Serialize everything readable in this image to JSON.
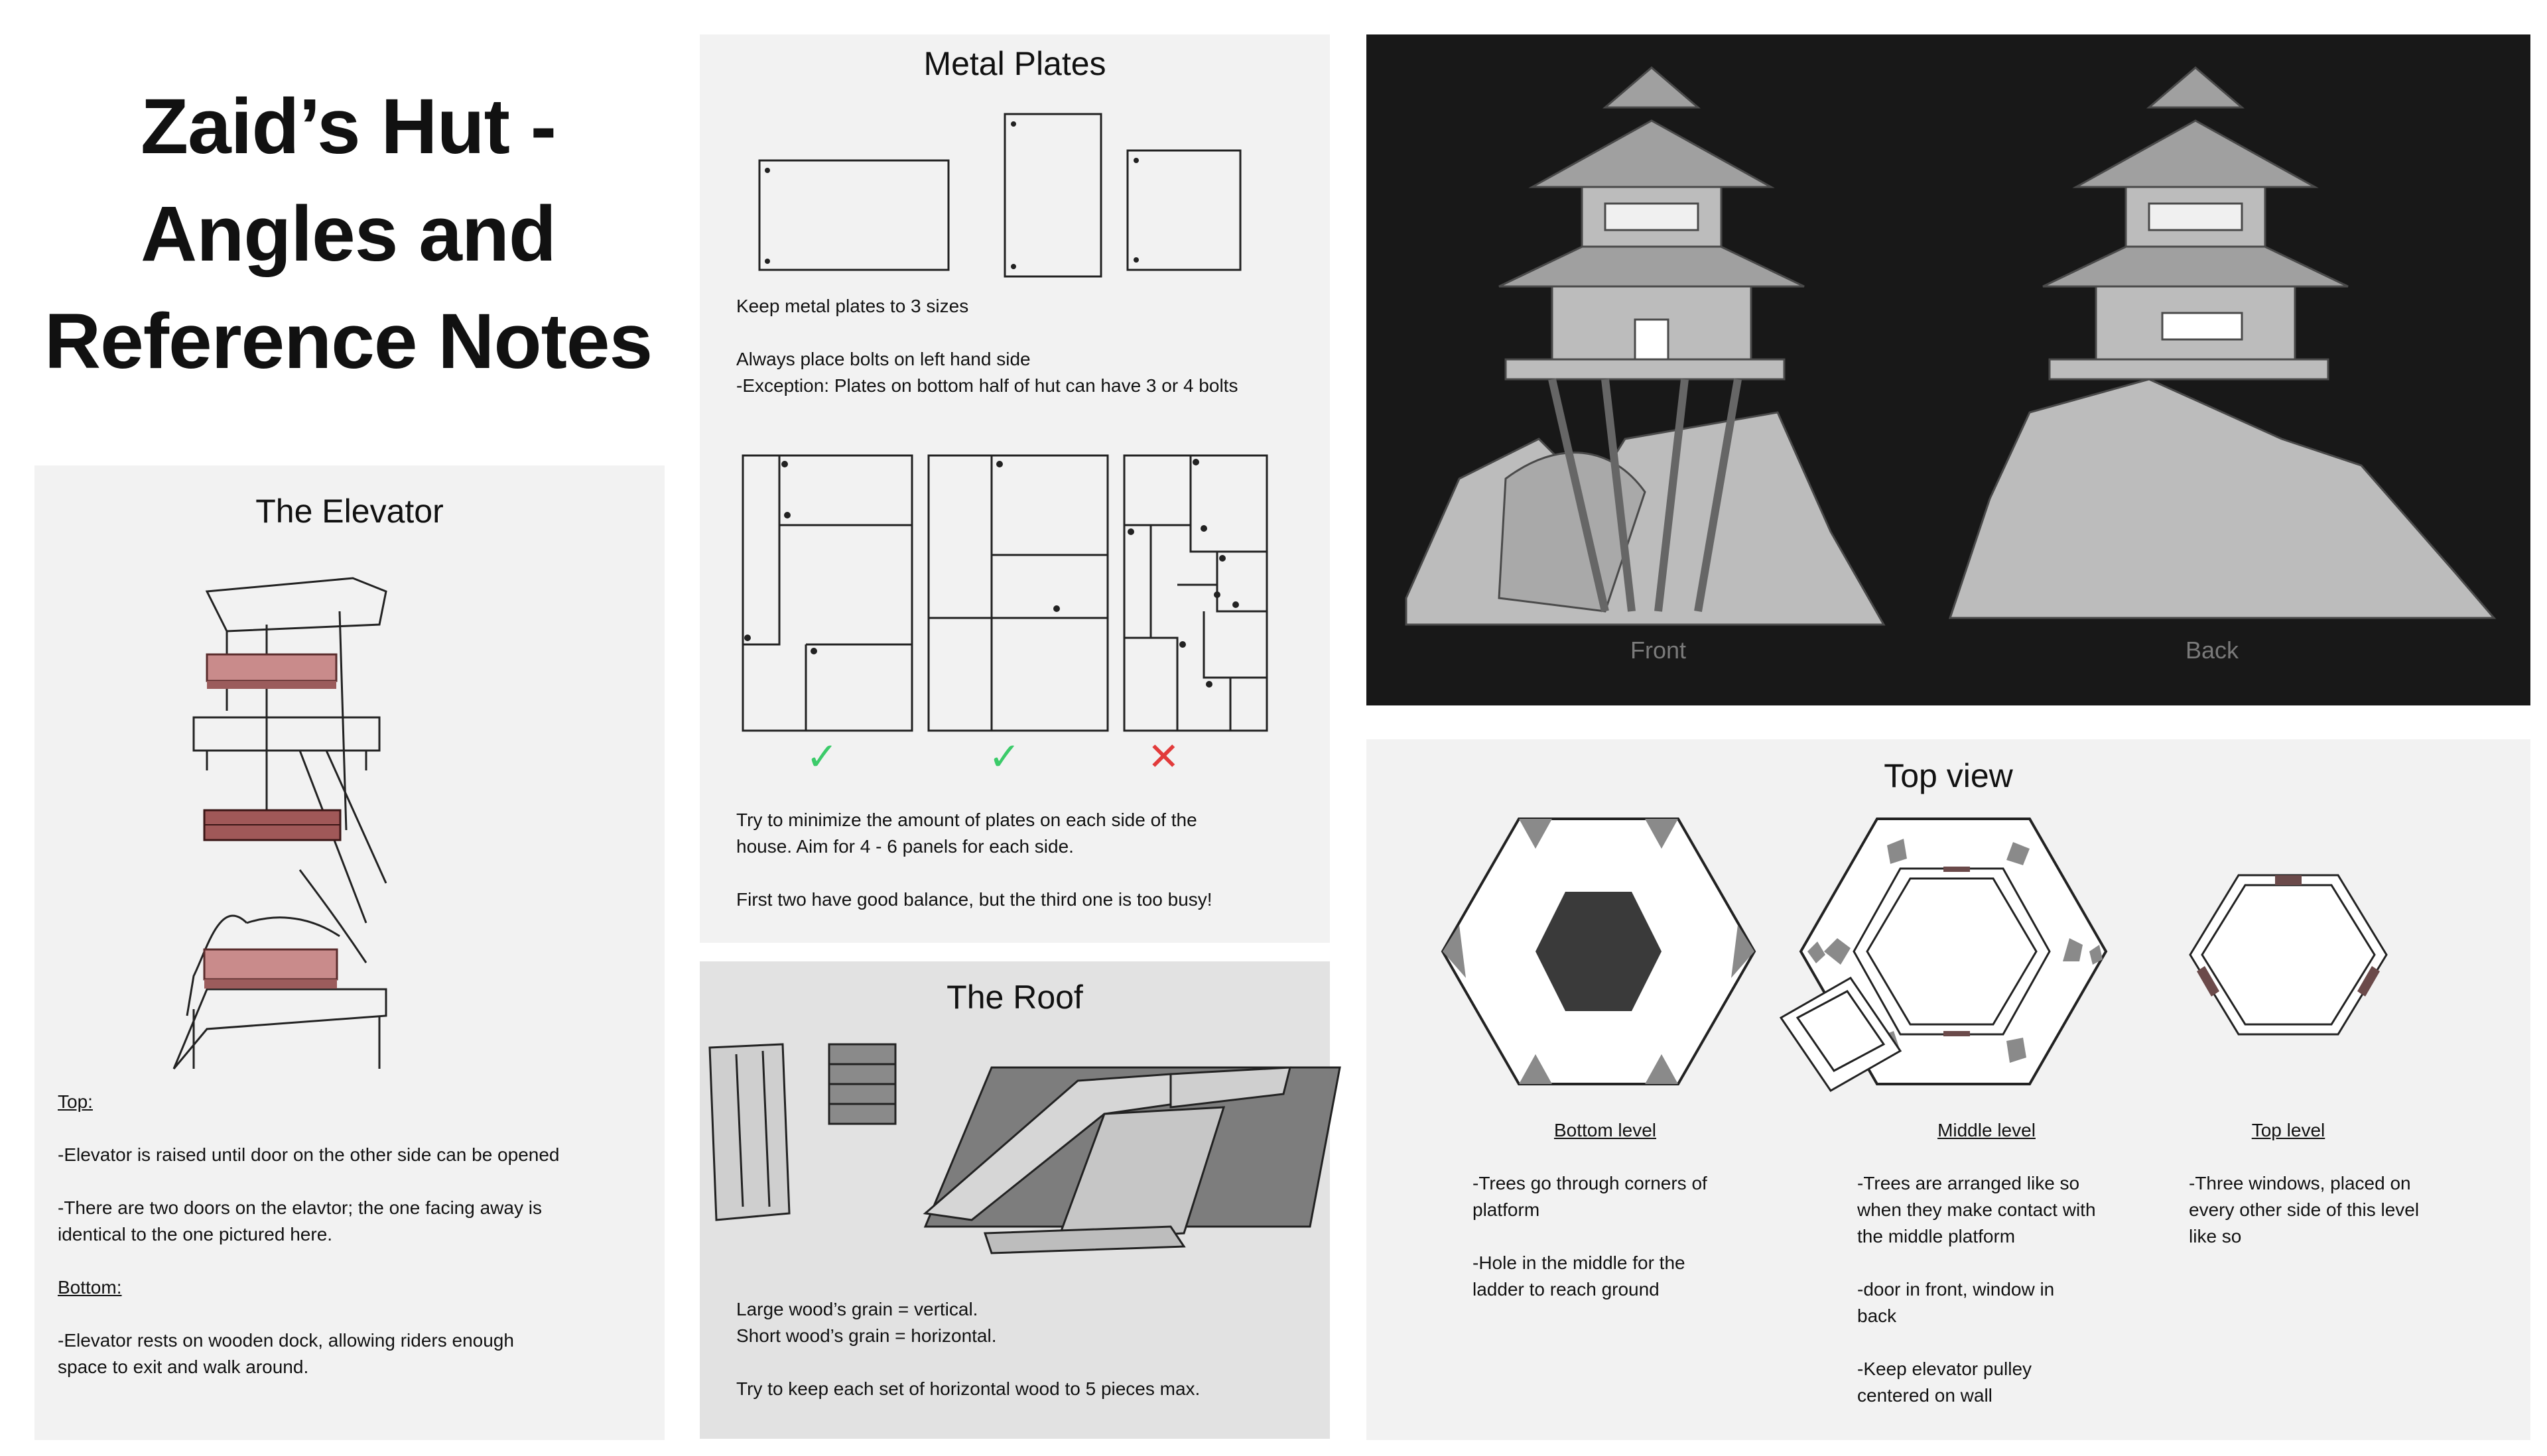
{
  "main_title": {
    "line1": "Zaid’s Hut -",
    "line2": "Angles and",
    "line3": "Reference Notes"
  },
  "elevator": {
    "title": "The Elevator",
    "top_heading": "Top:",
    "top_note1": "-Elevator is raised until door on the other side can be opened",
    "top_note2": "-There are two doors on the elavtor; the one facing away is\nidentical to the one pictured here.",
    "bottom_heading": "Bottom:",
    "bottom_note": "-Elevator rests on wooden dock, allowing riders enough\nspace to exit and walk around."
  },
  "metal_plates": {
    "title": "Metal Plates",
    "note_sizes": "Keep metal plates to 3 sizes",
    "note_bolts": "Always place bolts on left hand side\n-Exception: Plates on bottom half of hut can have 3 or 4 bolts",
    "note_minimize": "Try to minimize the amount of plates on each side of the\nhouse. Aim for 4 - 6 panels for each side.",
    "note_balance": "First two have good balance, but the third one is too busy!",
    "marks": [
      "✓",
      "✓",
      "✕"
    ],
    "mark_colors": [
      "#3ccb6a",
      "#3ccb6a",
      "#e23b3b"
    ]
  },
  "roof": {
    "title": "The Roof",
    "note_grain": "Large wood’s grain = vertical.\nShort wood’s grain = horizontal.",
    "note_max": "Try to keep each set of horizontal wood to 5 pieces max."
  },
  "renders": {
    "front_label": "Front",
    "back_label": "Back"
  },
  "top_view": {
    "title": "Top view",
    "bottom": {
      "label": "Bottom level",
      "note": "-Trees go through corners of\nplatform\n\n-Hole in the middle for the\nladder to reach ground"
    },
    "middle": {
      "label": "Middle level",
      "note": "-Trees are arranged like so\nwhen they make contact with\nthe middle platform\n\n-door in front, window in\nback\n\n-Keep elevator pulley\ncentered on wall"
    },
    "top": {
      "label": "Top level",
      "note": "-Three windows, placed on\nevery other side of this level\nlike so"
    }
  },
  "colors": {
    "elevator_box": "#b06a6a",
    "hole": "#3a3a3a",
    "tree": "#8a8a8a",
    "window": "#6b4a4a"
  }
}
